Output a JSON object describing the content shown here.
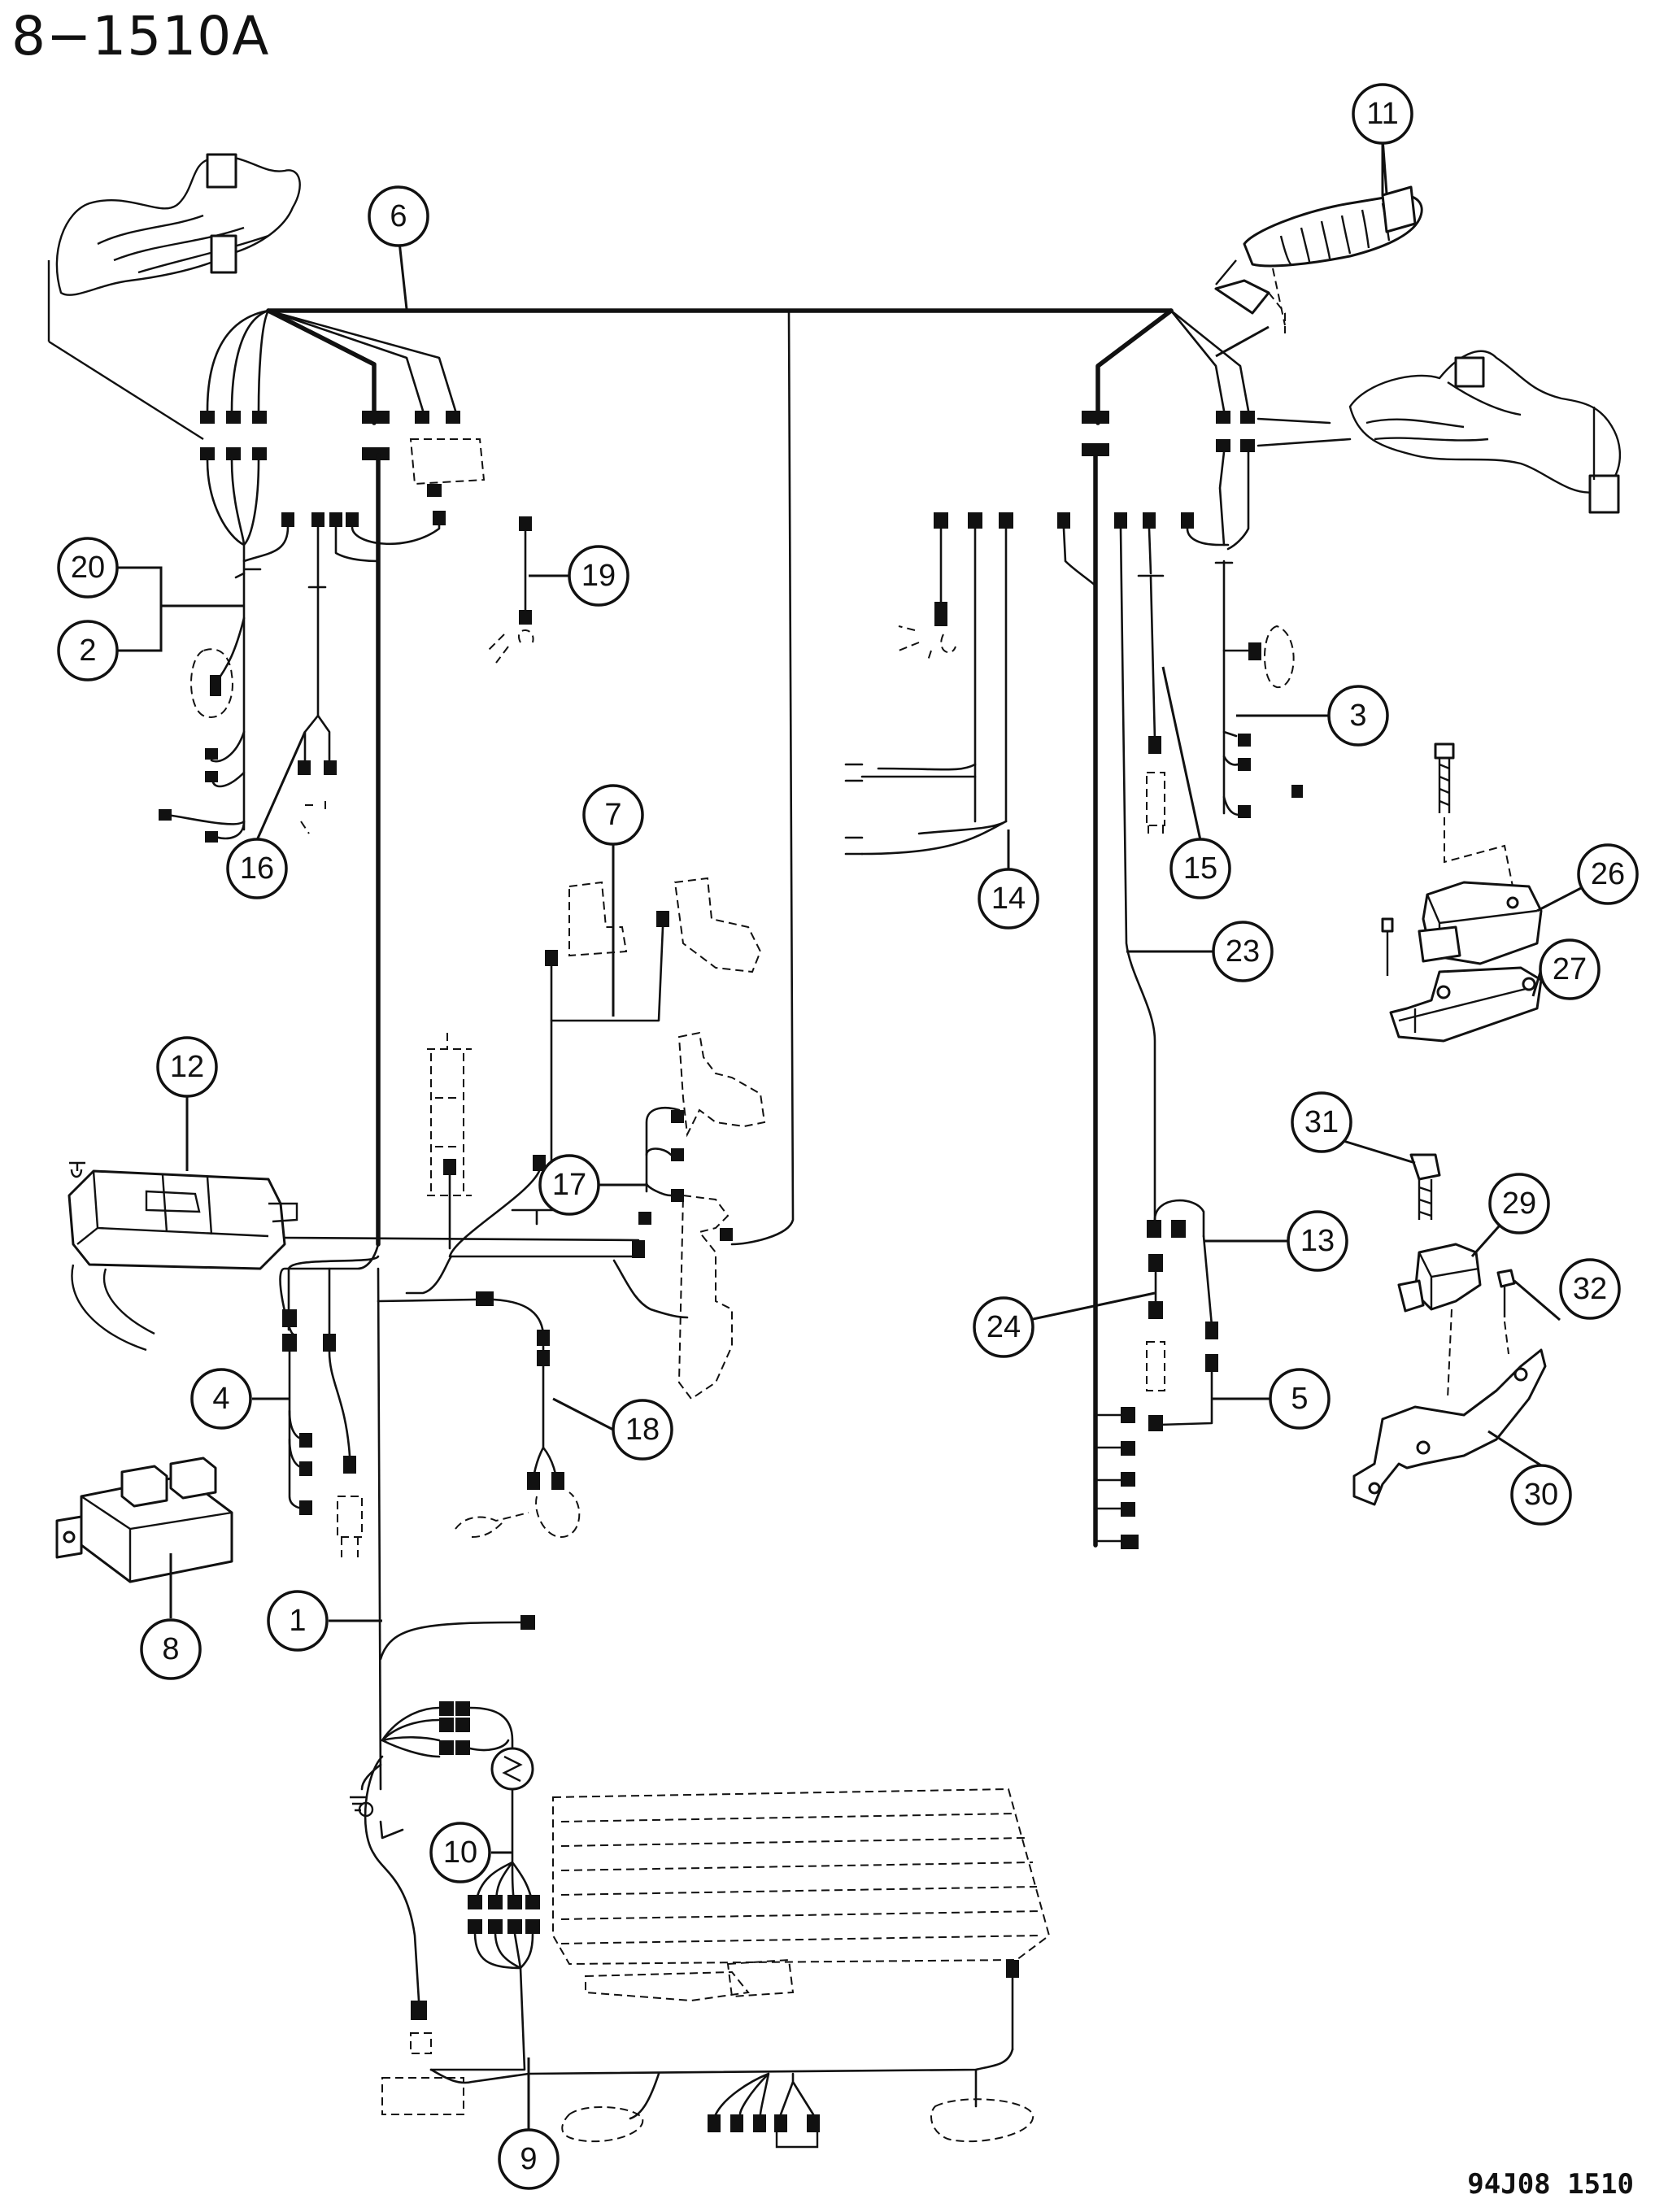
{
  "header": {
    "page_title": "8−1510A"
  },
  "footer": {
    "figure_code": "94J08 1510"
  },
  "callouts": [
    "1",
    "2",
    "3",
    "4",
    "5",
    "6",
    "7",
    "8",
    "9",
    "10",
    "11",
    "12",
    "13",
    "14",
    "15",
    "16",
    "17",
    "18",
    "19",
    "20",
    "23",
    "24",
    "26",
    "27",
    "29",
    "30",
    "31",
    "32"
  ],
  "icons": [
    "wiring-harness-icon",
    "connector-icon",
    "relay-module-icon",
    "bracket-icon",
    "bolt-icon",
    "sensor-icon",
    "horn-icon",
    "lamp-icon",
    "switch-icon",
    "battery-tray-icon"
  ],
  "colors": {
    "line": "#111111",
    "background": "#ffffff"
  }
}
